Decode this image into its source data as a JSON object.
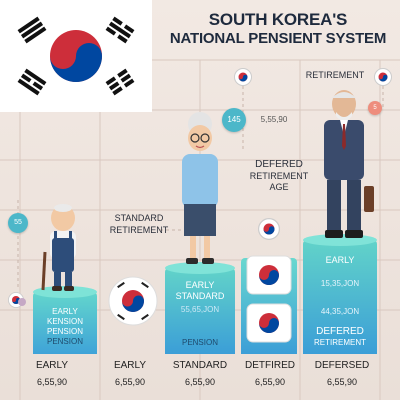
{
  "title": {
    "line1": "SOUTH KOREA'S",
    "line2": "NATIONAL PENSIENT SYSTEM"
  },
  "labels": {
    "retirement_top": "RETIREMENT",
    "deferred_age_1": "DEFERED",
    "deferred_age_2": "RETIREMENT",
    "deferred_age_3": "AGE",
    "standard_retirement_1": "STANDARD",
    "standard_retirement_2": "RETIREMENT",
    "value_mid": "5,55,90",
    "bar1_1": "EARLY",
    "bar1_2": "KENSION",
    "bar1_3": "PENSION",
    "bar1_4": "PENSION",
    "bar2_1": "EARLY",
    "bar2_2": "STANDARD",
    "bar2_3": "55,65,JON",
    "bar2_4": "PENSION",
    "bar4_1": "EARLY",
    "bar4_2": "15,35,JON",
    "bar4_3": "44,35,JON",
    "bar4_4": "DEFERED",
    "bar4_5": "RETIREMENT",
    "bubble_left": "55",
    "bubble_mid": "145",
    "bubble_right": "5"
  },
  "axis": [
    {
      "name": "EARLY",
      "value": "6,55,90"
    },
    {
      "name": "EARLY",
      "value": "6,55,90"
    },
    {
      "name": "STANDARD",
      "value": "6,55,90"
    },
    {
      "name": "DETFIRED",
      "value": "6,55,90"
    },
    {
      "name": "DEFERSED",
      "value": "6,55,90"
    }
  ],
  "colors": {
    "teal_top": "#5fd0c8",
    "teal_bottom": "#3a9bd6",
    "navy": "#1e2a3d",
    "red": "#cd2e3a",
    "blue": "#0047a0"
  }
}
